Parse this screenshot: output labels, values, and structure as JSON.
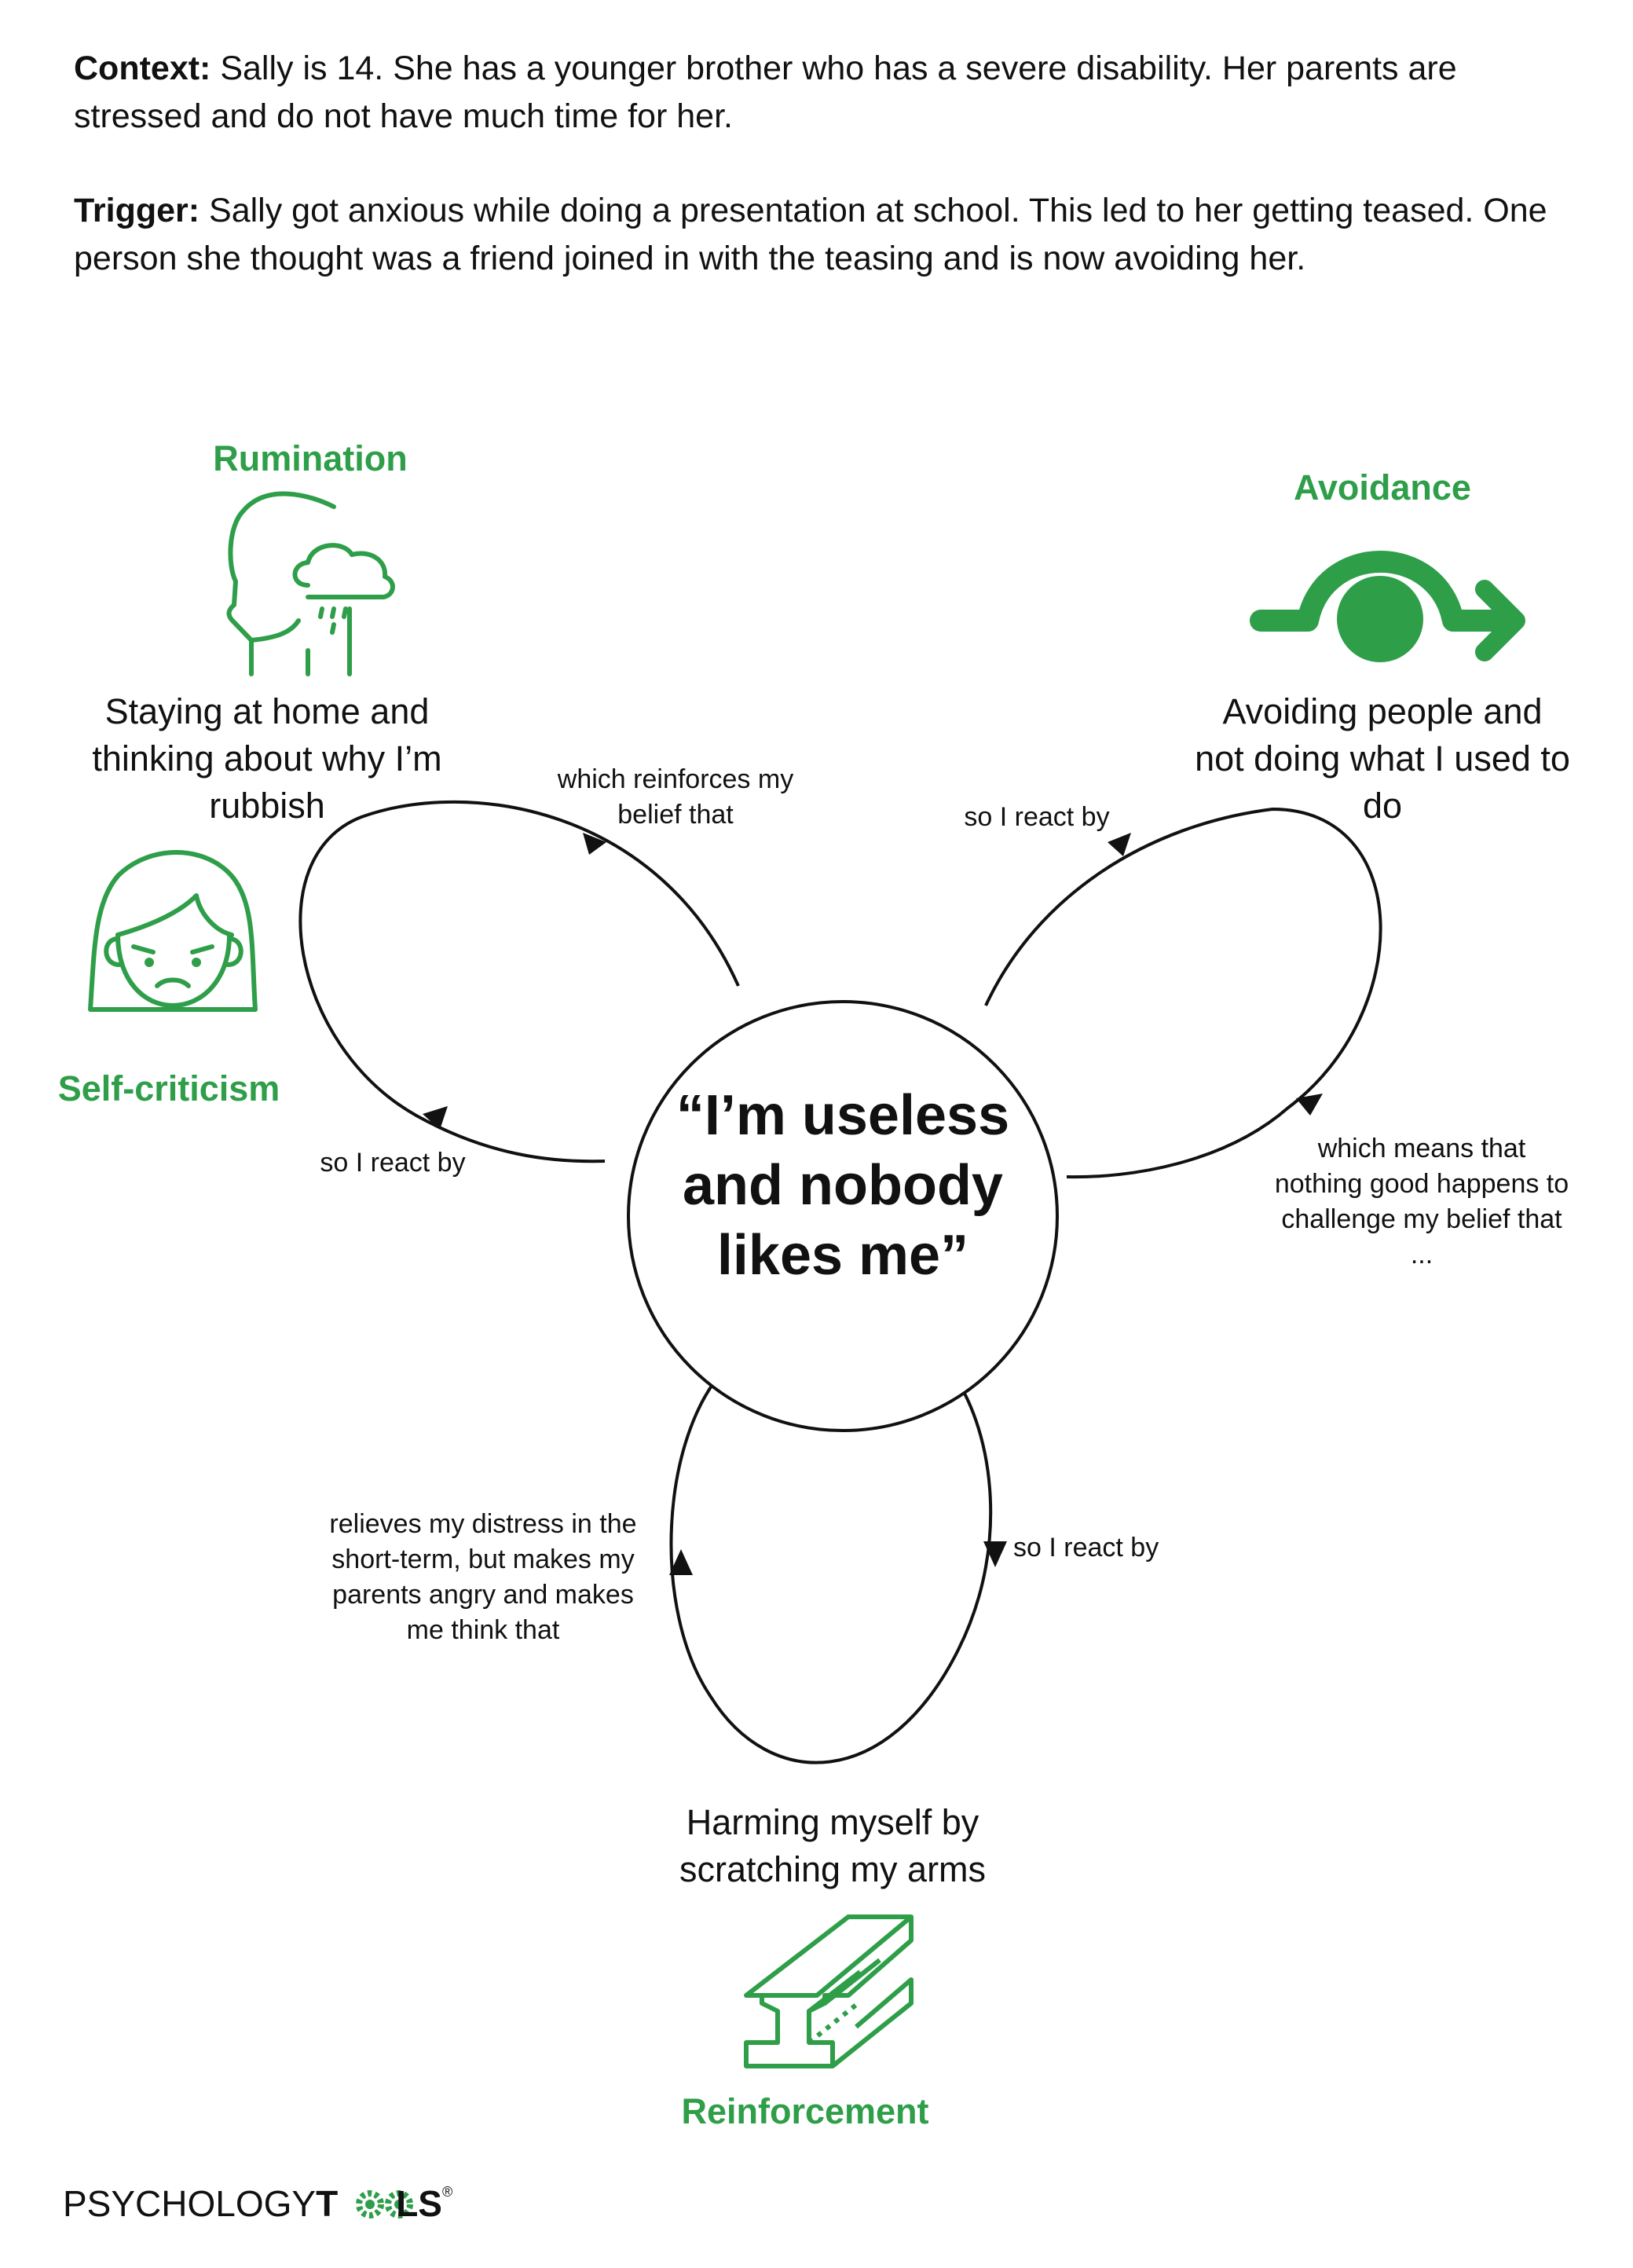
{
  "context": {
    "label": "Context:",
    "text": " Sally is 14. She has a younger brother who has a severe disability. Her parents are stressed and do not have much time for her."
  },
  "trigger": {
    "label": "Trigger:",
    "text": " Sally got anxious while doing a presentation at school. This led to her getting teased. One person she thought was a friend joined in with the teasing and is now avoiding her."
  },
  "core_belief": "“I’m useless and nobody likes me”",
  "cycles": {
    "rumination": {
      "title": "Rumination",
      "behaviour": "Staying at home and thinking about why I’m rubbish",
      "reinforce_label": "which reinforces my belief that"
    },
    "self_criticism": {
      "title": "Self-criticism",
      "react_label": "so I react by"
    },
    "avoidance": {
      "title": "Avoidance",
      "behaviour": "Avoiding people and not doing what I used to do",
      "react_label": "so I react by",
      "means_label": "which means that nothing good happens to challenge my belief that ..."
    },
    "reinforcement": {
      "title": "Reinforcement",
      "behaviour": "Harming myself by scratching my arms",
      "react_label": "so I react by",
      "relief_label": "relieves my distress in the short-term, but makes my parents angry and makes me think that"
    }
  },
  "brand": {
    "part1": "PSYCHOLOGY",
    "part2a": "T",
    "part2b": "LS",
    "reg": "®"
  },
  "colors": {
    "accent": "#2e9e49",
    "ink": "#111111"
  },
  "icons": {
    "rumination": "head-rain-cloud-icon",
    "avoidance": "detour-arrow-icon",
    "self_criticism": "sad-girl-face-icon",
    "reinforcement": "steel-girder-icon"
  }
}
